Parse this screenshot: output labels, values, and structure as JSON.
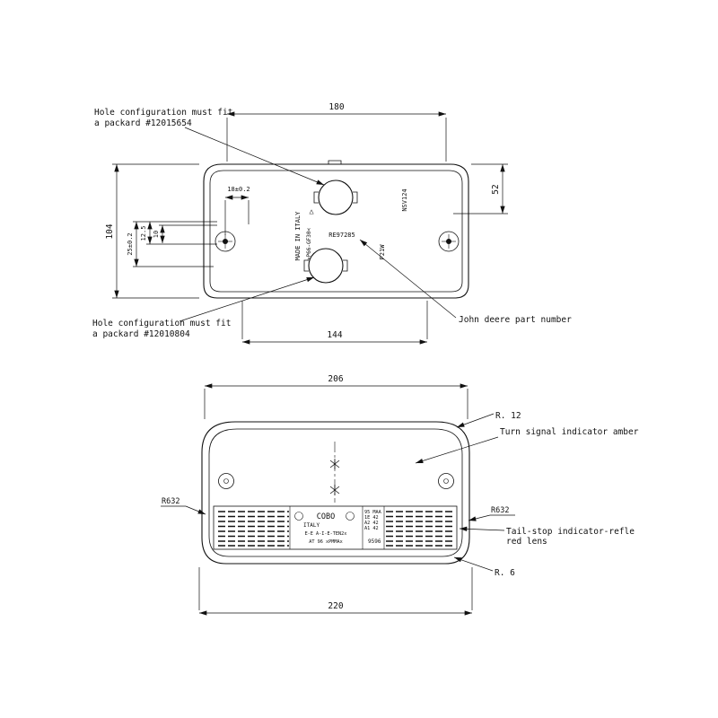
{
  "top_view": {
    "dims": {
      "width": "180",
      "right_height": "52",
      "left_height": "104",
      "bottom_width": "144",
      "offset_18": "18±0.2",
      "offset_25": "25±0.2",
      "offset_12_5": "12.5",
      "offset_10": "10"
    },
    "notes": {
      "hole_top_line1": "Hole configuration must fit",
      "hole_top_line2": "a packard #12015654",
      "hole_bottom_line1": "Hole configuration must fit",
      "hole_bottom_line2": "a packard #12010804",
      "john_deere": "John deere part number"
    },
    "markings": {
      "made_in_italy": "MADE IN ITALY",
      "material": ">P66-GF30<",
      "part_number": "RE97285",
      "bulb_type": "P21W",
      "mold_code": "NSV124",
      "recycle_symbol": "△"
    }
  },
  "bottom_view": {
    "dims": {
      "top_width": "206",
      "bottom_width": "220"
    },
    "radii": {
      "r12": "R. 12",
      "r6": "R. 6",
      "r632_left": "R632",
      "r632_right": "R632"
    },
    "notes": {
      "turn_signal": "Turn signal indicator amber",
      "tail_stop_line1": "Tail-stop indicator-refle",
      "tail_stop_line2": "red lens"
    },
    "markings": {
      "brand": "COBO",
      "country": "ITALY",
      "approval": "E-E A-I-E-TEN2x",
      "line3": "AT 96  xPMMAx",
      "col": [
        "95 MAA",
        "1E 42",
        "A2 42",
        "A1 42"
      ],
      "batch": "9596"
    }
  }
}
